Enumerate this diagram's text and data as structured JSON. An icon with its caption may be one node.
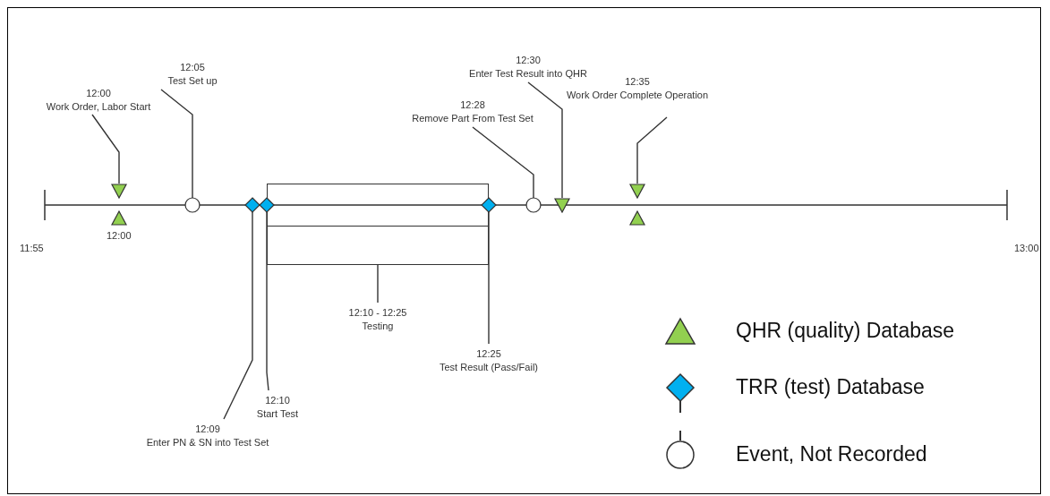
{
  "diagram": {
    "nodes": [
      {
        "text": [
          "12:00",
          "Work Order, Labor Start"
        ]
      },
      {
        "text": [],
        "shape": "triangle"
      },
      {
        "text": [],
        "shape": "triangle",
        "beside": [
          "12:00"
        ]
      },
      {
        "text": [
          "12:05",
          "Test Set up"
        ]
      },
      {
        "text": [],
        "shape": "circle"
      },
      {
        "text": [],
        "shape": "diamond"
      },
      {
        "text": [],
        "shape": "diamond"
      },
      {
        "text": [],
        "shape": "box"
      },
      {
        "text": [],
        "shape": "diamond"
      },
      {
        "text": [],
        "shape": "circle"
      },
      {
        "text": [],
        "shape": "triangle"
      },
      {
        "text": [],
        "shape": "triangle"
      },
      {
        "text": [],
        "shape": "triangle"
      },
      {
        "text": [
          "12:28",
          "Remove Part From Test Set"
        ]
      },
      {
        "text": [
          "12:30",
          "Enter Test Result into QHR"
        ]
      },
      {
        "text": [
          "12:35",
          "Work Order Complete Operation"
        ]
      },
      {
        "text": [
          "12:09",
          "Enter PN & SN into Test Set"
        ]
      },
      {
        "text": [
          "12:10",
          "Start Test"
        ]
      },
      {
        "text": [
          "12:10 - 12:25",
          "Testing"
        ]
      },
      {
        "text": [
          "12:25",
          "Test Result (Pass/Fail)"
        ]
      }
    ],
    "edges": [
      {
        "from": 0,
        "to": 1,
        "arrow": "none"
      },
      {
        "from": 3,
        "to": 4,
        "arrow": "none"
      },
      {
        "from": 16,
        "to": 5,
        "arrow": "none"
      },
      {
        "from": 17,
        "to": 6,
        "arrow": "none"
      },
      {
        "from": 18,
        "to": 7,
        "arrow": "none"
      },
      {
        "from": 19,
        "to": 8,
        "arrow": "none"
      },
      {
        "from": 13,
        "to": 9,
        "arrow": "none"
      },
      {
        "from": 14,
        "to": 10,
        "arrow": "none"
      },
      {
        "from": 15,
        "to": 11,
        "arrow": "none"
      }
    ],
    "labels": [
      "11:55",
      "13:00"
    ],
    "legend": [
      {
        "text": "QHR (quality) Database"
      },
      {
        "text": "TRR (test) Database"
      },
      {
        "text": "Event, Not Recorded"
      }
    ]
  }
}
